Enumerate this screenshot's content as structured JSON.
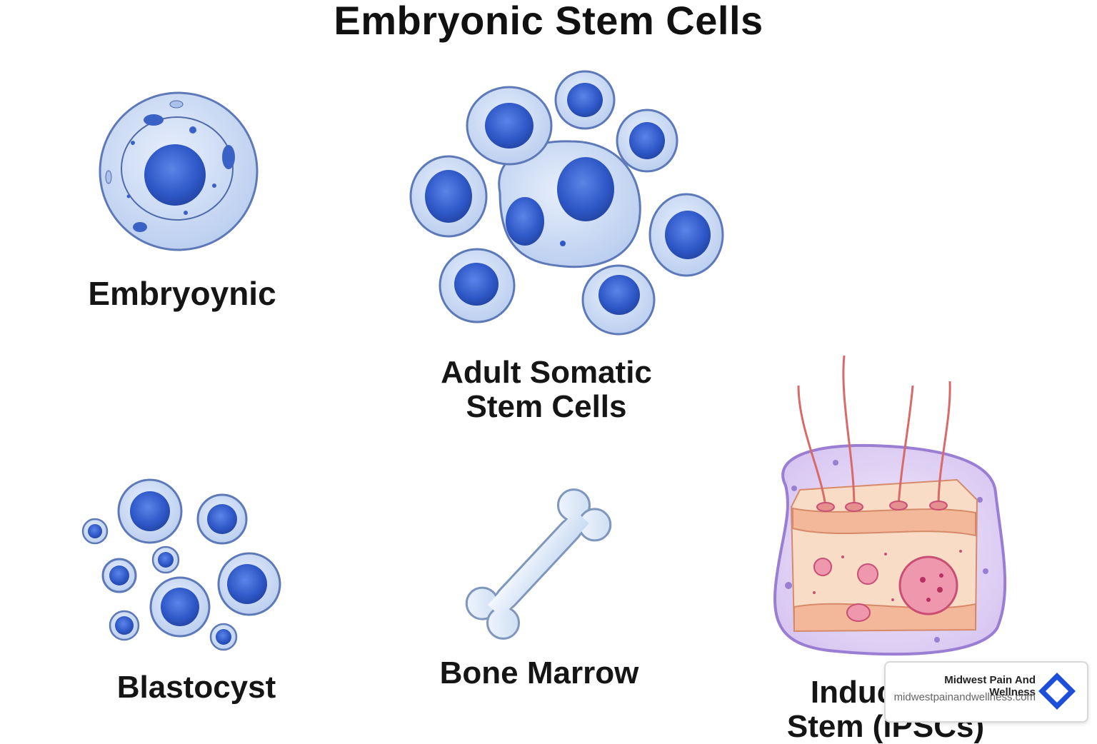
{
  "title": "Embryonic Stem Cells",
  "labels": {
    "embryonic": "Embryoynic",
    "adult_line1": "Adult Somatic",
    "adult_line2": "Stem Cells",
    "blastocyst": "Blastocyst",
    "bone_marrow": "Bone Marrow",
    "ipsc_line1": "Induced P",
    "ipsc_line2": "Stem (iPSCs)"
  },
  "badge": {
    "name": "Midwest Pain And Wellness",
    "url": "midwestpainandwellness.com",
    "logo_icon": "diamond-logo-icon",
    "color": "#1e4fd8"
  },
  "colors": {
    "cell_fill": "#c9d8f3",
    "nucleus": "#2e57c4",
    "skin": "#f5c9ab",
    "membrane": "#b9a0e0"
  }
}
